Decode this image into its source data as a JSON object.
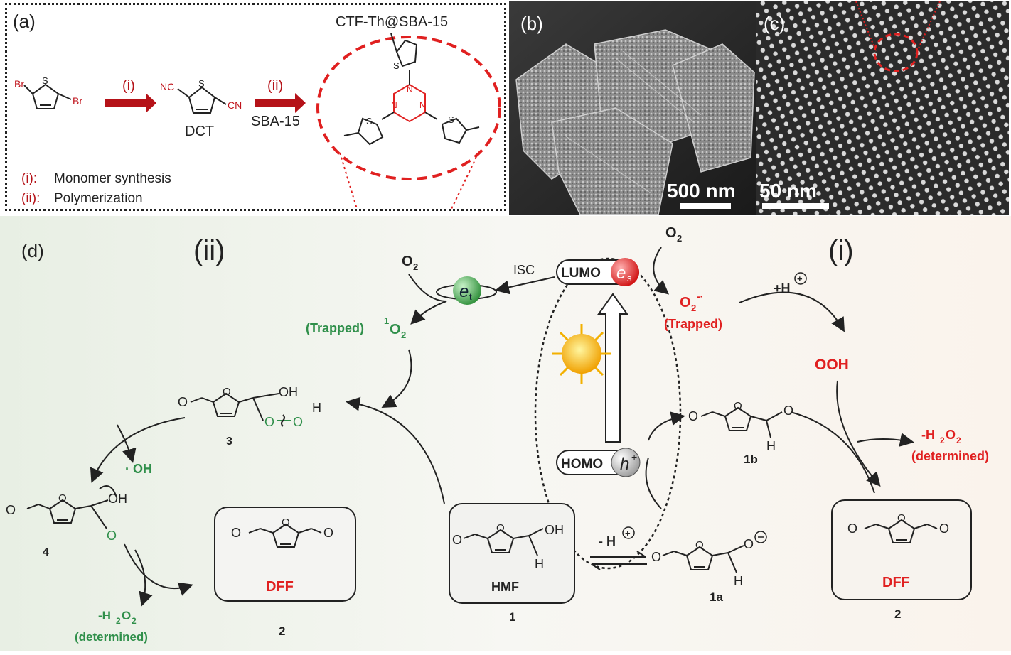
{
  "panel_a": {
    "label": "(a)",
    "product": "CTF-Th@SBA-15",
    "step_i": "(i)",
    "step_ii": "(ii)",
    "reagent_ii": "SBA-15",
    "intermediate": "DCT",
    "legend_i_tag": "(i):",
    "legend_i_text": "Monomer synthesis",
    "legend_ii_tag": "(ii):",
    "legend_ii_text": "Polymerization",
    "atom_br": "Br",
    "atom_s": "S",
    "atom_n": "N",
    "atom_nc": "NC",
    "atom_cn": "CN"
  },
  "panel_b": {
    "label": "(b)",
    "scale": "500 nm"
  },
  "panel_c": {
    "label": "(c)",
    "scale": "50 nm"
  },
  "panel_d": {
    "label": "(d)",
    "route_ii": "(ii)",
    "route_i": "(i)",
    "o2_left": "O",
    "o2_right": "O",
    "sub2": "2",
    "isc": "ISC",
    "lumo": "LUMO",
    "homo": "HOMO",
    "es": "e",
    "es_sub": "s",
    "et": "e",
    "et_sub": "t",
    "h_hole": "h",
    "trapped": "(Trapped)",
    "singlet_sup": "1",
    "superoxide_trapped": "(Trapped)",
    "plus_h": "+H",
    "minus_h": "- H",
    "ooh": "OOH",
    "minus_h2o2": "-H",
    "h2o2_tail": "O",
    "determined": "(determined)",
    "oh_radical": "· OH",
    "dff": "DFF",
    "hmf": "HMF",
    "num_1": "1",
    "num_2": "2",
    "num_3": "3",
    "num_4": "4",
    "num_1a": "1a",
    "num_1b": "1b",
    "atom_o": "O",
    "atom_oh": "OH",
    "atom_h": "H"
  },
  "colors": {
    "red": "#e02020",
    "green": "#2f8f4a",
    "dark_red": "#a80f0f"
  }
}
